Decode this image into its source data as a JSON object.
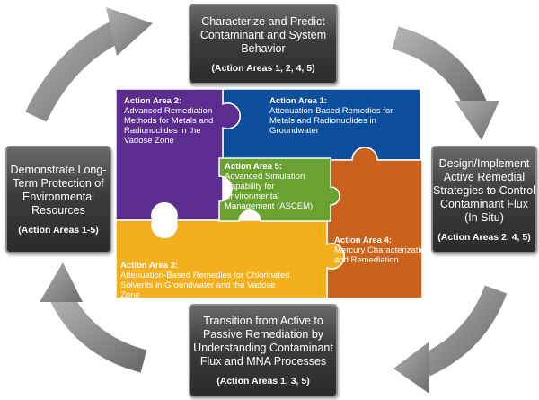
{
  "boxes": {
    "top": {
      "title": "Characterize and Predict Contaminant and System Behavior",
      "areas": "(Action Areas 1, 2, 4, 5)"
    },
    "right": {
      "title": "Design/Implement Active Remedial Strategies to Control Contaminant Flux (In Situ)",
      "areas": "(Action Areas 2, 4, 5)"
    },
    "bottom": {
      "title": "Transition from Active to Passive Remediation by Understanding Contaminant Flux and MNA Processes",
      "areas": "(Action Areas 1, 3, 5)"
    },
    "left": {
      "title": "Demonstrate Long-Term Protection of Environmental Resources",
      "areas": "(Action Areas 1-5)"
    }
  },
  "pieces": {
    "aa1": {
      "heading": "Action Area 1:",
      "text": "Attenuation-Based Remedies for Metals and Radionuclides in Groundwater",
      "color": "#0d4f9c"
    },
    "aa2": {
      "heading": "Action Area 2:",
      "text": "Advanced Remediation Methods for Metals and Radionuclides in the Vadose Zone",
      "color": "#5b2d8e"
    },
    "aa3": {
      "heading": "Action Area 3:",
      "text": "Attenuation-Based Remedies for Chlorinated Solvents in Groundwater and the Vadose Zone",
      "color": "#f2b01e"
    },
    "aa4": {
      "heading": "Action Area 4:",
      "text": "Mercury Characterization and Remediation",
      "color": "#c8621c"
    },
    "aa5": {
      "heading": "Action Area 5:",
      "text": "Advanced Simulation Capability for Environmental Management (ASCEM)",
      "color": "#6aa232"
    }
  },
  "arrow_color": "#8a8a8a"
}
